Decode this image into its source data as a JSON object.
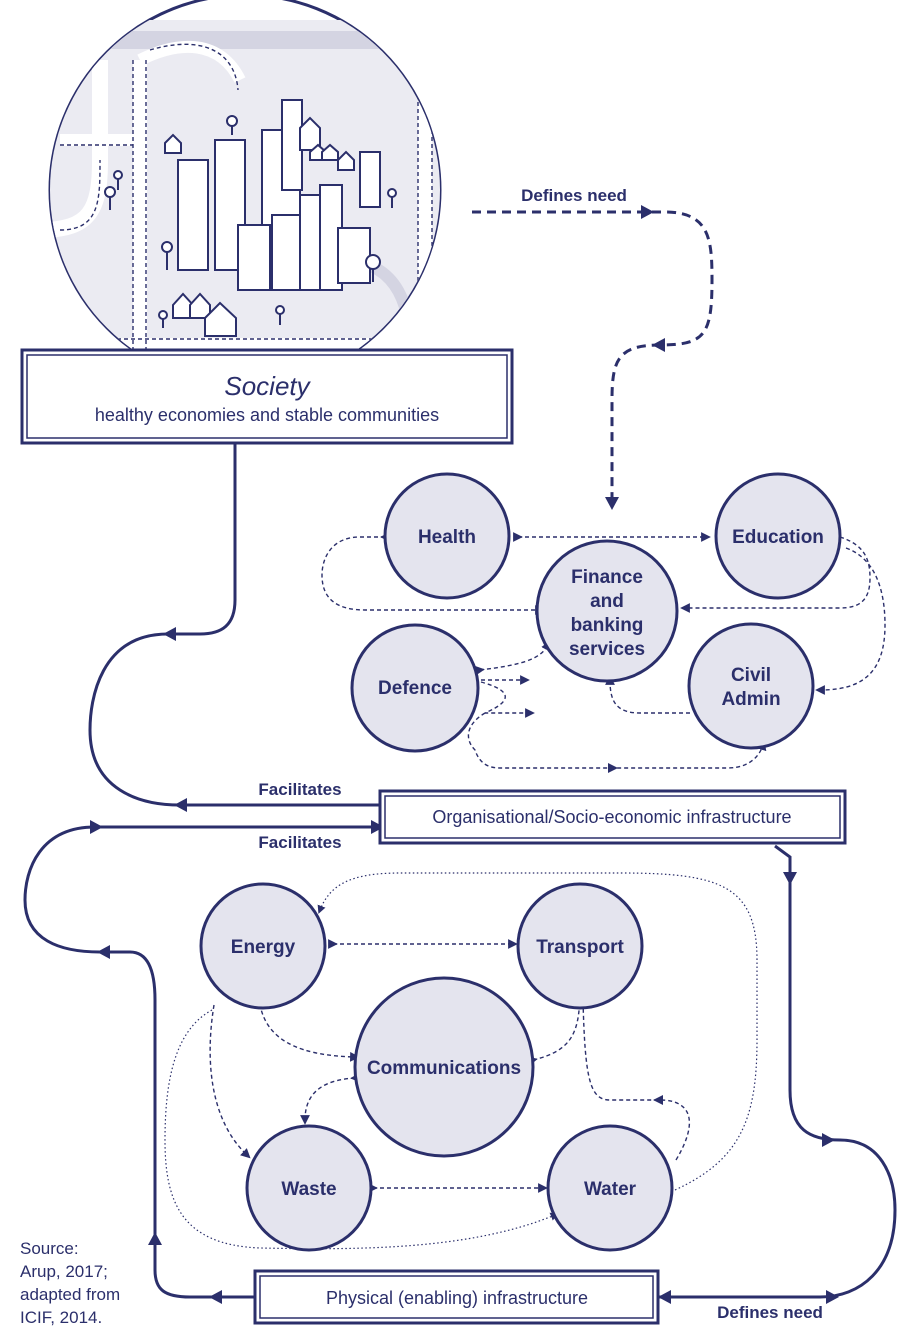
{
  "society": {
    "title": "Society",
    "subtitle": "healthy economies and stable communities"
  },
  "edges": {
    "defines_need_top": "Defines need",
    "facilitates_upper": "Facilitates",
    "facilitates_lower": "Facilitates",
    "defines_need_bottom": "Defines need"
  },
  "organisational": {
    "label": "Organisational/Socio-economic infrastructure",
    "nodes": {
      "health": "Health",
      "education": "Education",
      "finance_l1": "Finance",
      "finance_l2": "and",
      "finance_l3": "banking",
      "finance_l4": "services",
      "defence": "Defence",
      "civil_l1": "Civil",
      "civil_l2": "Admin"
    }
  },
  "physical": {
    "label": "Physical (enabling) infrastructure",
    "nodes": {
      "energy": "Energy",
      "transport": "Transport",
      "communications": "Communications",
      "waste": "Waste",
      "water": "Water"
    }
  },
  "source": {
    "line1": "Source:",
    "line2": "Arup, 2017;",
    "line3": "adapted from",
    "line4": "ICIF, 2014."
  },
  "colors": {
    "ink": "#2b2f6b",
    "node_fill": "#e4e4ee",
    "illustration_bg": "#ebebf2"
  }
}
